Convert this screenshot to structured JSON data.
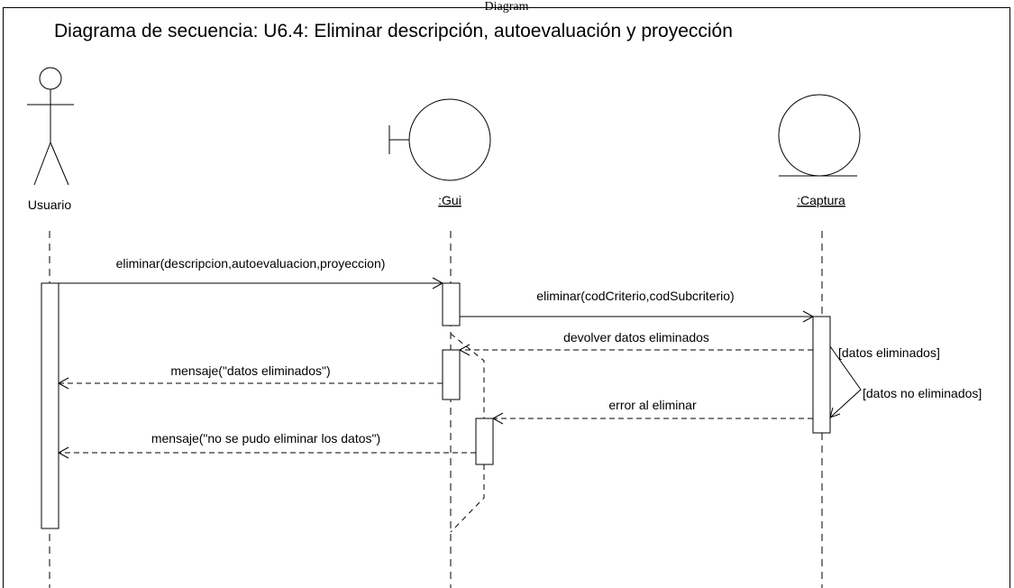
{
  "window": {
    "top_label": "Diagram"
  },
  "diagram": {
    "title": "Diagrama de secuencia: U6.4: Eliminar descripción, autoevaluación y proyección",
    "participants": [
      {
        "id": "usuario",
        "label": "Usuario",
        "kind": "actor"
      },
      {
        "id": "gui",
        "label": ":Gui",
        "kind": "boundary"
      },
      {
        "id": "captura",
        "label": ":Captura",
        "kind": "entity"
      }
    ],
    "messages": [
      {
        "id": "m1",
        "label": "eliminar(descripcion,autoevaluacion,proyeccion)",
        "from": "usuario",
        "to": "gui",
        "style": "solid"
      },
      {
        "id": "m2",
        "label": "eliminar(codCriterio,codSubcriterio)",
        "from": "gui",
        "to": "captura",
        "style": "solid"
      },
      {
        "id": "m3",
        "label": "devolver datos eliminados",
        "from": "captura",
        "to": "gui",
        "style": "dashed"
      },
      {
        "id": "m4",
        "label": "mensaje(\"datos eliminados\")",
        "from": "gui",
        "to": "usuario",
        "style": "dashed"
      },
      {
        "id": "m5",
        "label": "error al eliminar",
        "from": "captura",
        "to": "gui",
        "style": "dashed"
      },
      {
        "id": "m6",
        "label": "mensaje(\"no se pudo eliminar los datos\")",
        "from": "gui",
        "to": "usuario",
        "style": "dashed"
      }
    ],
    "guards": [
      {
        "id": "g1",
        "label": "[datos eliminados]"
      },
      {
        "id": "g2",
        "label": "[datos no eliminados]"
      }
    ]
  }
}
